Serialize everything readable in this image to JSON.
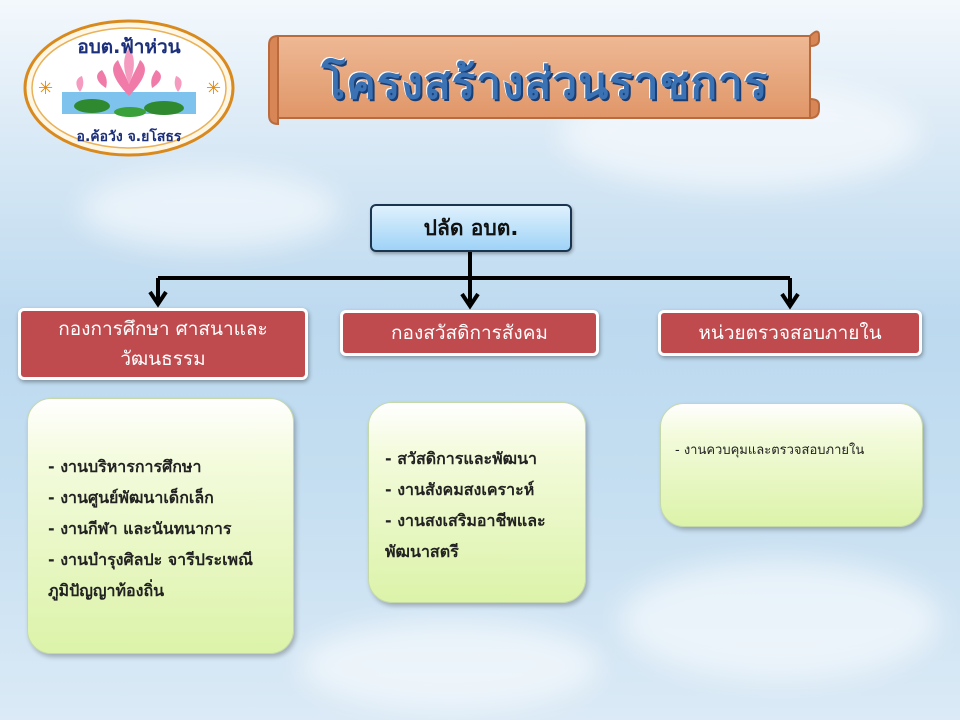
{
  "logo": {
    "name": "อบต.ฟ้าห่วน",
    "location": "อ.ค้อวัง  จ.ยโสธร"
  },
  "title": "โครงสร้างส่วนราชการ",
  "root": {
    "label": "ปลัด อบต."
  },
  "departments": [
    {
      "label": "กองการศึกษา ศาสนาและวัฒนธรรม",
      "tasks": [
        "- งานบริหารการศึกษา",
        "- งานศูนย์พัฒนาเด็กเล็ก",
        "- งานกีฬา และนันทนาการ",
        "- งานบำรุงศิลปะ จารีประเพณี ภูมิปัญญาท้องถิ่น"
      ]
    },
    {
      "label": "กองสวัสดิการสังคม",
      "tasks": [
        "- สวัสดิการและพัฒนา",
        "- งานสังคมสงเคราะห์",
        "- งานสงเสริมอาชีพและพัฒนาสตรี"
      ]
    },
    {
      "label": "หน่วยตรวจสอบภายใน",
      "tasks": [
        "- งานควบคุมและตรวจสอบภายใน"
      ]
    }
  ],
  "colors": {
    "dept_header": "#bf4b4f",
    "root_fill": "#9fd3f7",
    "task_fill": "#dcf3a9",
    "banner_fill": "#e6a77f",
    "title_text": "#3b72b4"
  }
}
